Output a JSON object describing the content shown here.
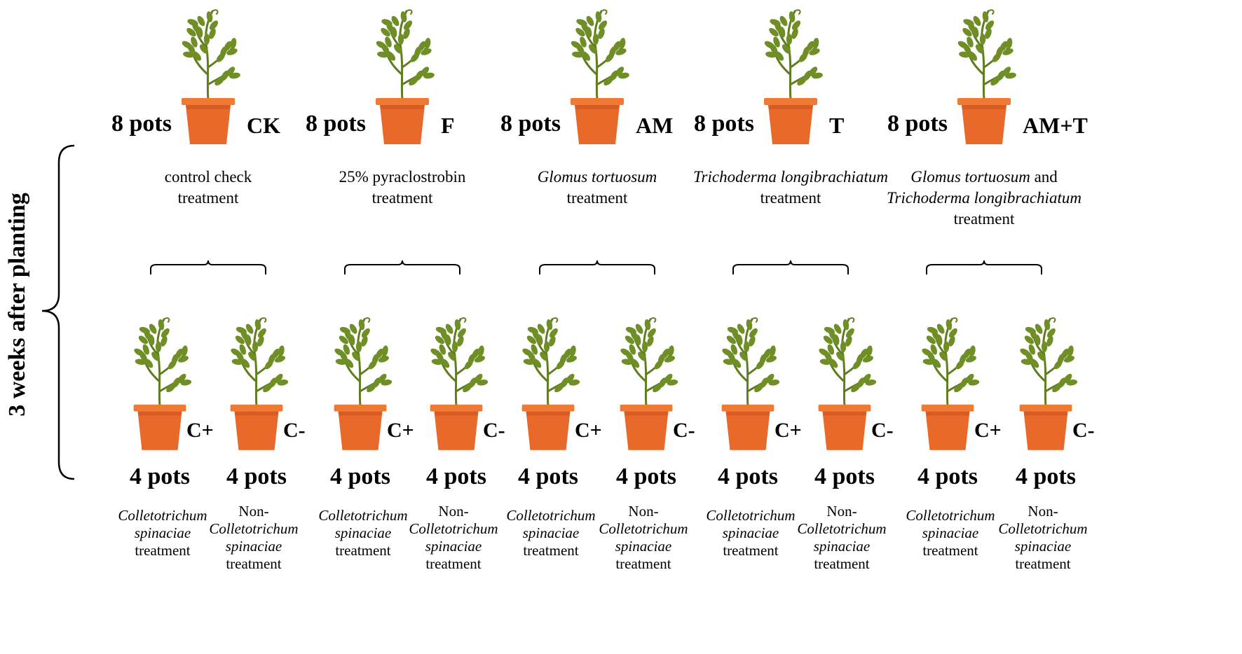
{
  "side_label": "3 weeks after planting",
  "colors": {
    "leaf": "#6f8f26",
    "stem": "#5f7d20",
    "pot": "#e8692a",
    "pot_rim": "#f07a32",
    "pot_shadow": "#c95420"
  },
  "groups": [
    {
      "count": "8 pots",
      "code": "CK",
      "desc": [
        [
          {
            "t": "control check",
            "i": false
          }
        ],
        [
          {
            "t": "treatment",
            "i": false
          }
        ]
      ],
      "subs": [
        {
          "count": "4 pots",
          "code": "C+"
        },
        {
          "count": "4 pots",
          "code": "C-"
        }
      ]
    },
    {
      "count": "8 pots",
      "code": "F",
      "desc": [
        [
          {
            "t": "25% pyraclostrobin",
            "i": false
          }
        ],
        [
          {
            "t": "treatment",
            "i": false
          }
        ]
      ],
      "subs": [
        {
          "count": "4 pots",
          "code": "C+"
        },
        {
          "count": "4 pots",
          "code": "C-"
        }
      ]
    },
    {
      "count": "8 pots",
      "code": "AM",
      "desc": [
        [
          {
            "t": "Glomus tortuosum",
            "i": true
          }
        ],
        [
          {
            "t": "treatment",
            "i": false
          }
        ]
      ],
      "subs": [
        {
          "count": "4 pots",
          "code": "C+"
        },
        {
          "count": "4 pots",
          "code": "C-"
        }
      ]
    },
    {
      "count": "8 pots",
      "code": "T",
      "desc": [
        [
          {
            "t": "Trichoderma longibrachiatum",
            "i": true
          }
        ],
        [
          {
            "t": "treatment",
            "i": false
          }
        ]
      ],
      "subs": [
        {
          "count": "4 pots",
          "code": "C+"
        },
        {
          "count": "4 pots",
          "code": "C-"
        }
      ]
    },
    {
      "count": "8 pots",
      "code": "AM+T",
      "desc": [
        [
          {
            "t": "Glomus tortuosum",
            "i": true
          },
          {
            "t": " and",
            "i": false
          }
        ],
        [
          {
            "t": "Trichoderma longibrachiatum",
            "i": true
          }
        ],
        [
          {
            "t": "treatment",
            "i": false
          }
        ]
      ],
      "subs": [
        {
          "count": "4 pots",
          "code": "C+"
        },
        {
          "count": "4 pots",
          "code": "C-"
        }
      ]
    }
  ],
  "sub_desc": {
    "plus": [
      [
        {
          "t": "Colletotrichum",
          "i": true
        }
      ],
      [
        {
          "t": "spinaciae",
          "i": true
        }
      ],
      [
        {
          "t": "treatment",
          "i": false
        }
      ]
    ],
    "minus": [
      [
        {
          "t": "Non-",
          "i": false
        }
      ],
      [
        {
          "t": "Colletotrichum",
          "i": true
        }
      ],
      [
        {
          "t": "spinaciae",
          "i": true
        }
      ],
      [
        {
          "t": "treatment",
          "i": false
        }
      ]
    ]
  }
}
